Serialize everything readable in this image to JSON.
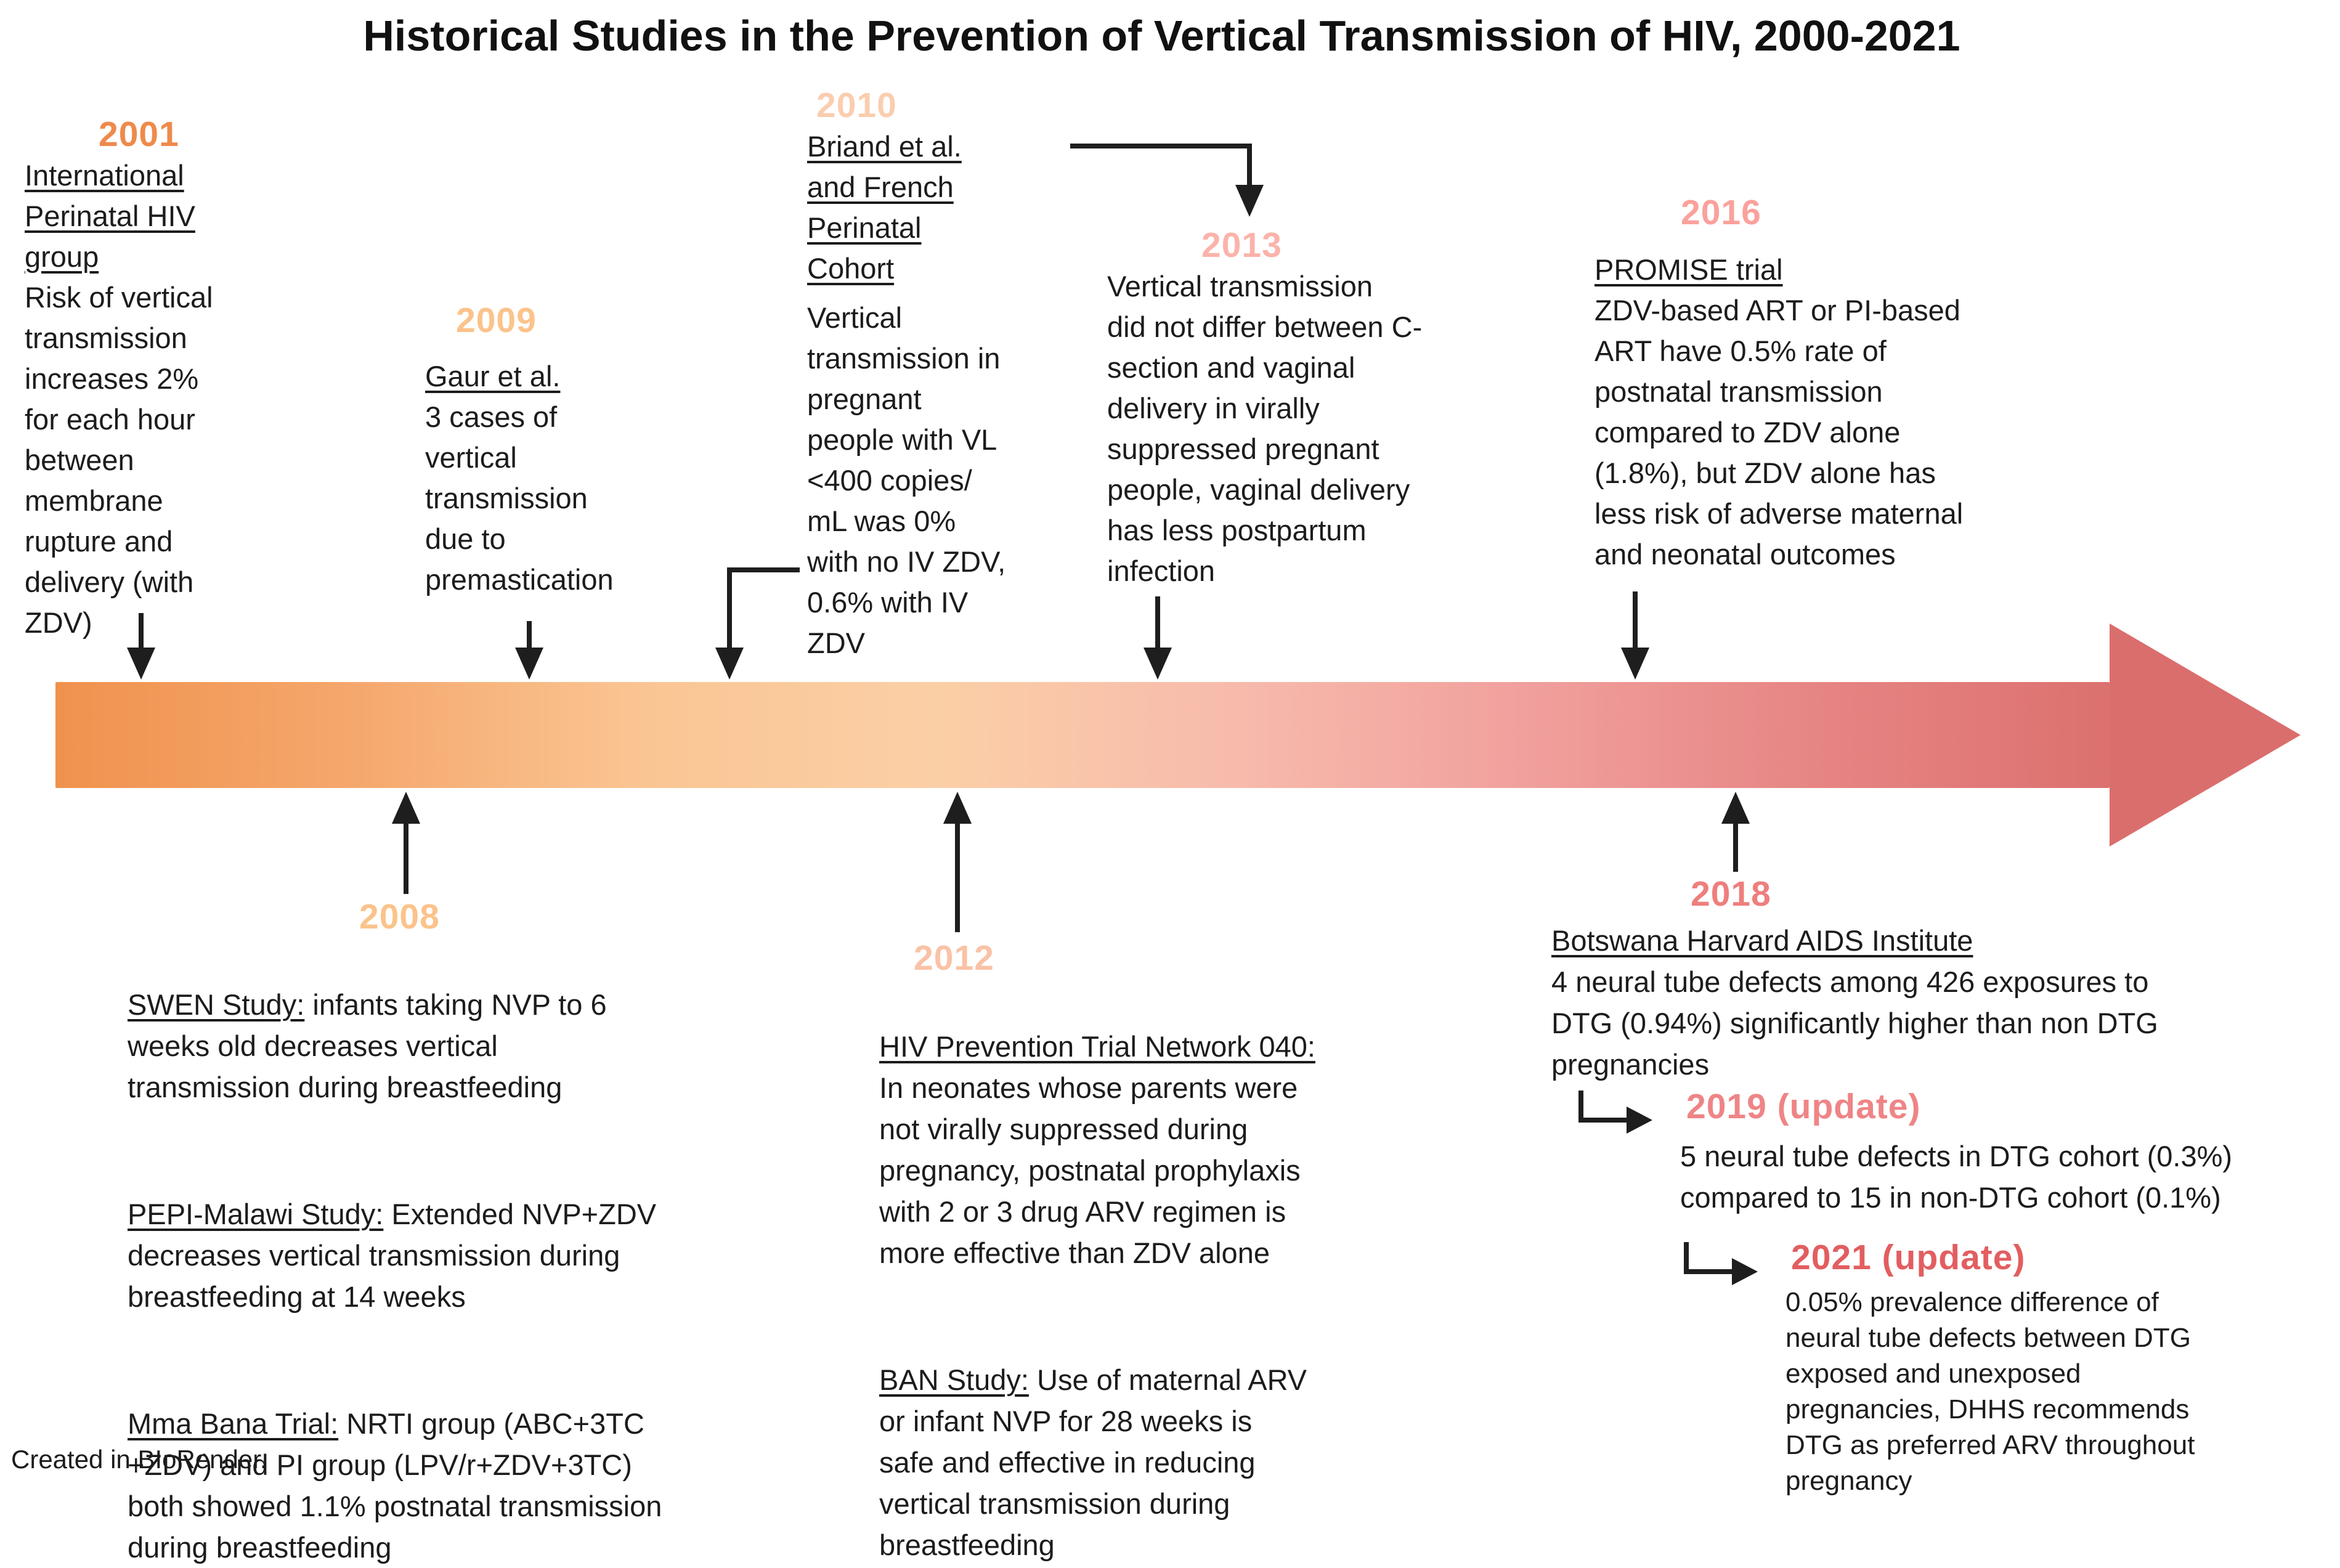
{
  "title": "Historical Studies in the Prevention of Vertical Transmission of HIV, 2000-2021",
  "credit": "Created in BIoRender.",
  "timeline": {
    "gradient": [
      "#F0924E",
      "#F5A76C",
      "#FAC593",
      "#FBCFA6",
      "#F7BBAC",
      "#F1A09D",
      "#E68584",
      "#DC716F"
    ],
    "head_color": "#DA6E6D"
  },
  "events": {
    "e2001": {
      "year": "2001",
      "color": "#EE8A4C",
      "heading": "International\nPerinatal HIV\ngroup",
      "body": "Risk of vertical\ntransmission\nincreases 2%\nfor each hour\nbetween\nmembrane\nrupture and\ndelivery (with\nZDV)"
    },
    "e2009": {
      "year": "2009",
      "color": "#FBC38B",
      "heading": "Gaur et al.",
      "body": "3 cases of\nvertical\ntransmission\ndue to\npremastication"
    },
    "e2010": {
      "year": "2010",
      "color": "#FACDAF",
      "heading": "Briand et al.\nand French\nPerinatal\nCohort",
      "body": "Vertical\ntransmission in\npregnant\npeople with VL\n<400 copies/\nmL was 0%\nwith no IV ZDV,\n0.6% with IV\nZDV"
    },
    "e2013": {
      "year": "2013",
      "color": "#FBB3AB",
      "body": "Vertical transmission\ndid not differ between C-\nsection and vaginal\ndelivery in virally\nsuppressed pregnant\npeople, vaginal delivery\nhas less postpartum\ninfection"
    },
    "e2016": {
      "year": "2016",
      "color": "#FBA19C",
      "heading": "PROMISE trial",
      "body": "ZDV-based ART or PI-based\nART have 0.5% rate of\npostnatal transmission\ncompared to ZDV alone\n(1.8%), but ZDV alone has\nless risk of adverse maternal\nand neonatal outcomes"
    },
    "e2008": {
      "year": "2008",
      "color": "#FBC38B",
      "studies": [
        {
          "label": "SWEN Study:",
          "text": " infants taking NVP to 6\nweeks old decreases vertical\ntransmission during breastfeeding"
        },
        {
          "label": "PEPI-Malawi Study:",
          "text": " Extended NVP+ZDV\ndecreases vertical transmission during\nbreastfeeding at 14 weeks"
        },
        {
          "label": "Mma Bana Trial:",
          "text": " NRTI group (ABC+3TC\n+ZDV) and PI group (LPV/r+ZDV+3TC)\nboth showed 1.1% postnatal transmission\nduring breastfeeding"
        }
      ]
    },
    "e2012": {
      "year": "2012",
      "color": "#FAC2A6",
      "studies": [
        {
          "label": "HIV Prevention Trial Network 040:",
          "text": "\nIn neonates whose parents were\nnot virally suppressed during\npregnancy, postnatal prophylaxis\nwith 2 or 3 drug ARV regimen is\nmore effective than ZDV alone"
        },
        {
          "label": "BAN Study:",
          "text": " Use of maternal ARV\nor infant NVP for 28 weeks is\nsafe and effective in reducing\nvertical transmission during\nbreastfeeding"
        }
      ]
    },
    "e2018": {
      "year": "2018",
      "color": "#EE7F7D",
      "heading": "Botswana Harvard AIDS Institute",
      "body": "4 neural tube defects among 426 exposures to\nDTG (0.94%) significantly higher than non DTG\npregnancies"
    },
    "e2019": {
      "year": "2019 (update)",
      "color": "#EF8486",
      "body": "5 neural tube defects in DTG cohort (0.3%)\ncompared to 15 in non-DTG cohort (0.1%)"
    },
    "e2021": {
      "year": "2021 (update)",
      "color": "#E25E60",
      "body": "0.05% prevalence difference of\nneural tube defects between DTG\nexposed and unexposed\npregnancies, DHHS recommends\nDTG as preferred ARV throughout\npregnancy"
    }
  }
}
